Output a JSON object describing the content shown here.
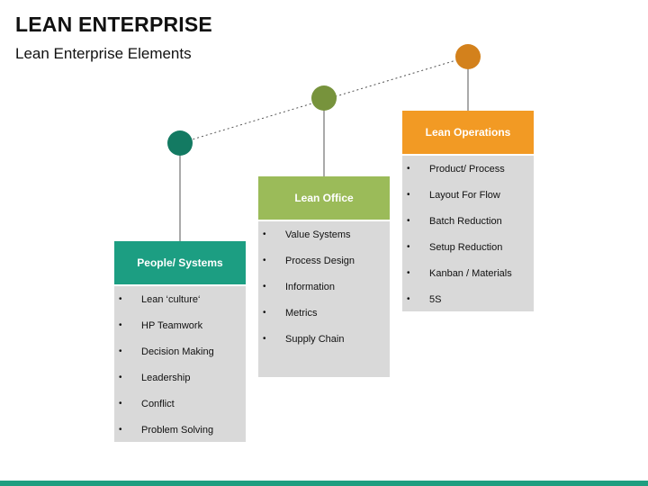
{
  "slide": {
    "title": "LEAN ENTERPRISE",
    "subtitle": "Lean Enterprise Elements"
  },
  "colors": {
    "teal": "#1c9e82",
    "green": "#9bbb59",
    "orange": "#f29a24",
    "dark_teal": "#137a62",
    "olive": "#77933c",
    "dark_orange": "#d3811c",
    "body_gray": "#d9d9d9",
    "connector": "#555555",
    "footer": "#1f9e80"
  },
  "columns": [
    {
      "title": "People/ Systems",
      "items": [
        "Lean ‘culture‘",
        "HP Teamwork",
        "Decision Making",
        "Leadership",
        "Conflict",
        "Problem Solving"
      ]
    },
    {
      "title": "Lean Office",
      "items": [
        "Value Systems",
        "Process Design",
        "Information",
        "Metrics",
        "Supply Chain"
      ]
    },
    {
      "title": "Lean Operations",
      "items": [
        "Product/ Process",
        "Layout For Flow",
        "Batch Reduction",
        "Setup Reduction",
        "Kanban / Materials",
        "5S"
      ]
    }
  ]
}
